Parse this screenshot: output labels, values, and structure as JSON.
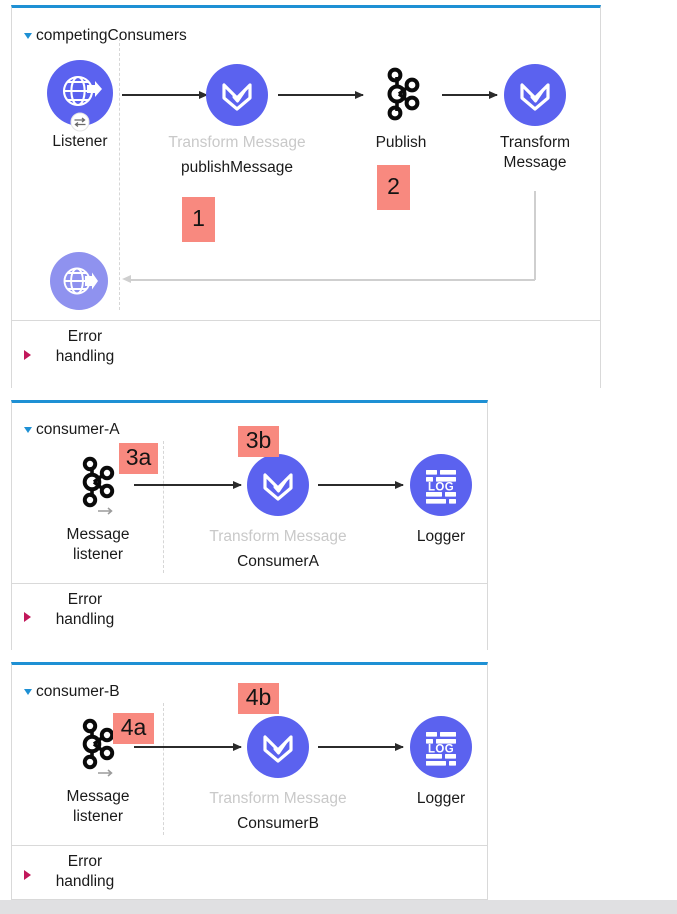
{
  "theme": {
    "panel_top_border": "#1e90d4",
    "panel_border": "#d9d9d9",
    "node_circle": "#5b62ef",
    "node_circle_light": "#8f92ef",
    "badge_bg": "#f8897f",
    "muted_text": "#c9c9c9",
    "error_triangle": "#c2185b",
    "arrow": "#2b2b2b",
    "return_arrow": "#cfcfcf",
    "bottom_bar": "#e0e0e2"
  },
  "flows": [
    {
      "title": "competingConsumers",
      "expander_icon": "triangle-down-icon",
      "nodes": [
        {
          "icon": "http-listener-icon",
          "label": "Listener",
          "sub": "",
          "muted": false
        },
        {
          "icon": "transform-message-icon",
          "label": "Transform Message",
          "sub": "publishMessage",
          "muted": true
        },
        {
          "icon": "kafka-publish-icon",
          "label": "Publish",
          "sub": "",
          "muted": false
        },
        {
          "icon": "transform-message-icon",
          "label": "Transform\nMessage",
          "sub": "",
          "muted": false
        },
        {
          "icon": "http-response-icon",
          "label": "",
          "sub": "",
          "muted": false
        }
      ],
      "badges": [
        {
          "text": "1"
        },
        {
          "text": "2"
        }
      ],
      "error_section": {
        "label": "Error\nhandling",
        "expander_icon": "triangle-right-icon"
      }
    },
    {
      "title": "consumer-A",
      "expander_icon": "triangle-down-icon",
      "nodes": [
        {
          "icon": "kafka-message-listener-icon",
          "label": "Message\nlistener",
          "sub": "",
          "muted": false
        },
        {
          "icon": "transform-message-icon",
          "label": "Transform Message",
          "sub": "ConsumerA",
          "muted": true
        },
        {
          "icon": "logger-icon",
          "label": "Logger",
          "sub": "",
          "muted": false
        }
      ],
      "badges": [
        {
          "text": "3a"
        },
        {
          "text": "3b"
        }
      ],
      "error_section": {
        "label": "Error\nhandling",
        "expander_icon": "triangle-right-icon"
      }
    },
    {
      "title": "consumer-B",
      "expander_icon": "triangle-down-icon",
      "nodes": [
        {
          "icon": "kafka-message-listener-icon",
          "label": "Message\nlistener",
          "sub": "",
          "muted": false
        },
        {
          "icon": "transform-message-icon",
          "label": "Transform Message",
          "sub": "ConsumerB",
          "muted": true
        },
        {
          "icon": "logger-icon",
          "label": "Logger",
          "sub": "",
          "muted": false
        }
      ],
      "badges": [
        {
          "text": "4a"
        },
        {
          "text": "4b"
        }
      ],
      "error_section": {
        "label": "Error\nhandling",
        "expander_icon": "triangle-right-icon"
      }
    }
  ]
}
